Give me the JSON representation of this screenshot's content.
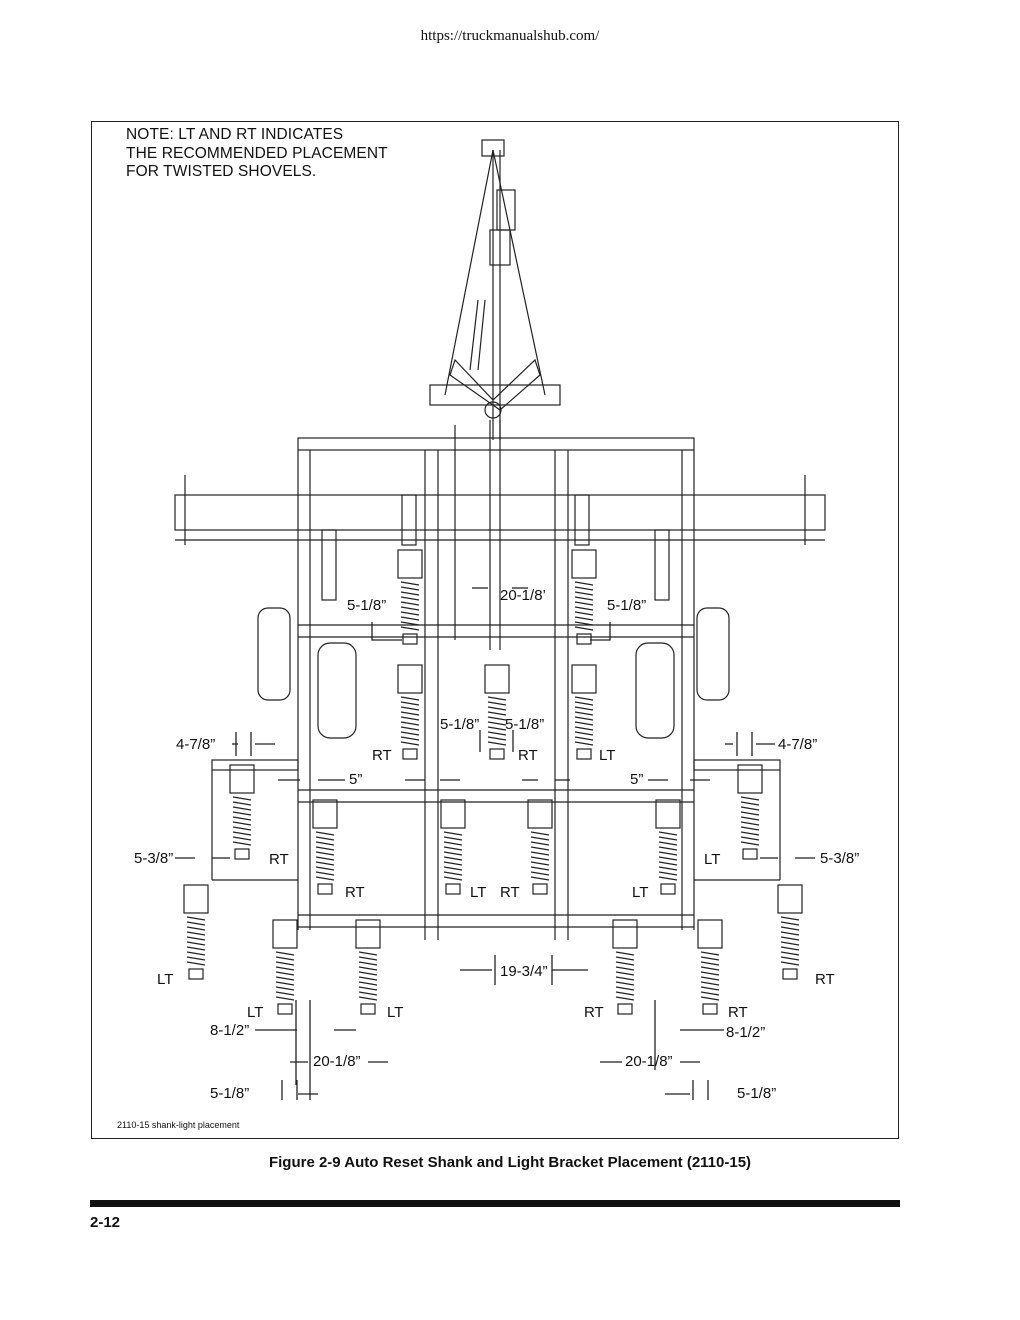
{
  "header": {
    "url": "https://truckmanualshub.com/"
  },
  "figure": {
    "note_lines": [
      "NOTE: LT AND RT INDICATES",
      "THE RECOMMENDED PLACEMENT",
      "FOR TWISTED SHOVELS."
    ],
    "reference": "2110-15 shank-light placement",
    "caption": "Figure 2-9 Auto Reset Shank and Light Bracket Placement (2110-15)",
    "dimensions": {
      "d_5_1_8_left_top": "5-1/8”",
      "d_20_1_8_top": "20-1/8’",
      "d_5_1_8_right_top": "5-1/8”",
      "d_5_1_8_mid_left": "5-1/8”",
      "d_5_1_8_mid_right": "5-1/8”",
      "d_4_7_8_left": "4-7/8”",
      "d_4_7_8_right": "4-7/8”",
      "d_5_left": "5”",
      "d_5_right": "5”",
      "d_5_3_8_left": "5-3/8”",
      "d_5_3_8_right": "5-3/8”",
      "d_19_3_4": "19-3/4”",
      "d_8_1_2_left": "8-1/2”",
      "d_8_1_2_right": "8-1/2”",
      "d_20_1_8_left_bot": "20-1/8”",
      "d_20_1_8_right_bot": "20-1/8”",
      "d_5_1_8_left_bot": "5-1/8”",
      "d_5_1_8_right_bot": "5-1/8”"
    },
    "shank_labels": {
      "rt1": "RT",
      "rt2": "RT",
      "lt1": "LT",
      "rt3": "RT",
      "lt2": "LT",
      "rt4": "RT",
      "lt3": "LT",
      "rt5": "RT",
      "lt4": "LT",
      "lt5": "LT",
      "rt6": "RT",
      "lt6": "LT",
      "lt7": "LT",
      "rt7": "RT",
      "rt8": "RT"
    }
  },
  "footer": {
    "page_number": "2-12"
  }
}
